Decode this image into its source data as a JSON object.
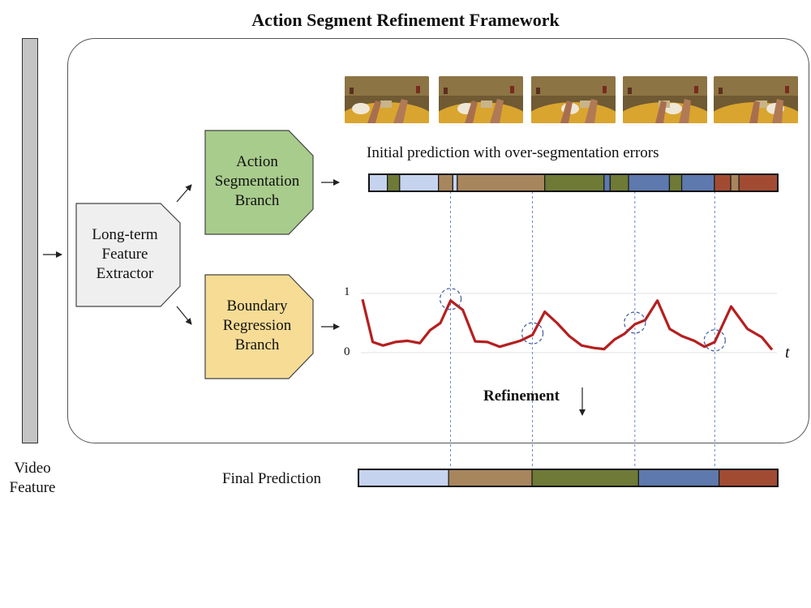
{
  "title": "Action Segment Refinement Framework",
  "video_feature_label": [
    "Video",
    "Feature"
  ],
  "blocks": {
    "long_term": [
      "Long-term",
      "Feature",
      "Extractor"
    ],
    "action_seg": [
      "Action",
      "Segmentation",
      "Branch"
    ],
    "boundary": [
      "Boundary",
      "Regression",
      "Branch"
    ]
  },
  "initial_prediction_label": "Initial prediction with over-segmentation errors",
  "refinement_label": "Refinement",
  "final_prediction_label": "Final Prediction",
  "y_ticks": {
    "high": "1",
    "low": "0"
  },
  "x_axis_label": "t",
  "colors": {
    "light_blue": "#c5d3ee",
    "brown": "#a8865d",
    "olive": "#6e7a36",
    "steel_blue": "#5d79ad",
    "rust": "#a24b33",
    "green_block": "#a8cc8c",
    "yellow_block": "#f6dc95",
    "gray_block": "#efefef",
    "curve": "#b51f1f"
  },
  "initial_segments": [
    {
      "color": "light_blue",
      "start": 0.0,
      "end": 0.045
    },
    {
      "color": "olive",
      "start": 0.045,
      "end": 0.075
    },
    {
      "color": "light_blue",
      "start": 0.075,
      "end": 0.17
    },
    {
      "color": "brown",
      "start": 0.17,
      "end": 0.205
    },
    {
      "color": "light_blue",
      "start": 0.205,
      "end": 0.216
    },
    {
      "color": "brown",
      "start": 0.216,
      "end": 0.43
    },
    {
      "color": "olive",
      "start": 0.43,
      "end": 0.575
    },
    {
      "color": "steel_blue",
      "start": 0.575,
      "end": 0.59
    },
    {
      "color": "olive",
      "start": 0.59,
      "end": 0.635
    },
    {
      "color": "steel_blue",
      "start": 0.635,
      "end": 0.735
    },
    {
      "color": "olive",
      "start": 0.735,
      "end": 0.765
    },
    {
      "color": "steel_blue",
      "start": 0.765,
      "end": 0.845
    },
    {
      "color": "rust",
      "start": 0.845,
      "end": 0.885
    },
    {
      "color": "brown",
      "start": 0.885,
      "end": 0.905
    },
    {
      "color": "rust",
      "start": 0.905,
      "end": 1.0
    }
  ],
  "final_segments": [
    {
      "color": "light_blue",
      "start": 0.0,
      "end": 0.215
    },
    {
      "color": "brown",
      "start": 0.215,
      "end": 0.414
    },
    {
      "color": "olive",
      "start": 0.414,
      "end": 0.668
    },
    {
      "color": "steel_blue",
      "start": 0.668,
      "end": 0.86
    },
    {
      "color": "rust",
      "start": 0.86,
      "end": 1.0
    }
  ],
  "boundary_curve": {
    "t": [
      0.0,
      0.025,
      0.05,
      0.08,
      0.11,
      0.14,
      0.165,
      0.19,
      0.215,
      0.245,
      0.275,
      0.305,
      0.335,
      0.36,
      0.385,
      0.415,
      0.445,
      0.475,
      0.505,
      0.535,
      0.565,
      0.59,
      0.615,
      0.64,
      0.665,
      0.69,
      0.72,
      0.75,
      0.78,
      0.81,
      0.835,
      0.86,
      0.9,
      0.94,
      0.975,
      1.0
    ],
    "v": [
      0.9,
      0.18,
      0.12,
      0.18,
      0.2,
      0.16,
      0.38,
      0.5,
      0.88,
      0.72,
      0.19,
      0.18,
      0.1,
      0.15,
      0.2,
      0.3,
      0.69,
      0.5,
      0.28,
      0.12,
      0.08,
      0.06,
      0.22,
      0.32,
      0.48,
      0.55,
      0.88,
      0.4,
      0.28,
      0.2,
      0.1,
      0.18,
      0.78,
      0.4,
      0.26,
      0.05
    ]
  },
  "boundary_peaks": [
    0.215,
    0.415,
    0.665,
    0.86
  ],
  "video_frames": [
    {
      "name": "frame-1"
    },
    {
      "name": "frame-2"
    },
    {
      "name": "frame-3"
    },
    {
      "name": "frame-4"
    },
    {
      "name": "frame-5"
    }
  ]
}
